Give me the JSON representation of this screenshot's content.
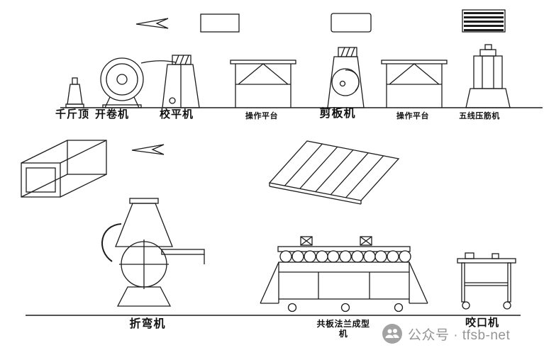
{
  "colors": {
    "background": "#ffffff",
    "line": "#1c1c1c",
    "watermark": "#8c8c8c"
  },
  "machines": {
    "jack": "千斤顶",
    "uncoiler": "开卷机",
    "leveler": "校平机",
    "platform_left": "操作平台",
    "shear": "剪板机",
    "platform_right": "操作平台",
    "beader": "五线压筋机",
    "bender": "折弯机",
    "flange_former_line1": "共板法兰成型",
    "flange_former_line2": "机",
    "lock_former": "咬口机"
  },
  "watermark": {
    "text": "公众号 · tfsb-net"
  }
}
